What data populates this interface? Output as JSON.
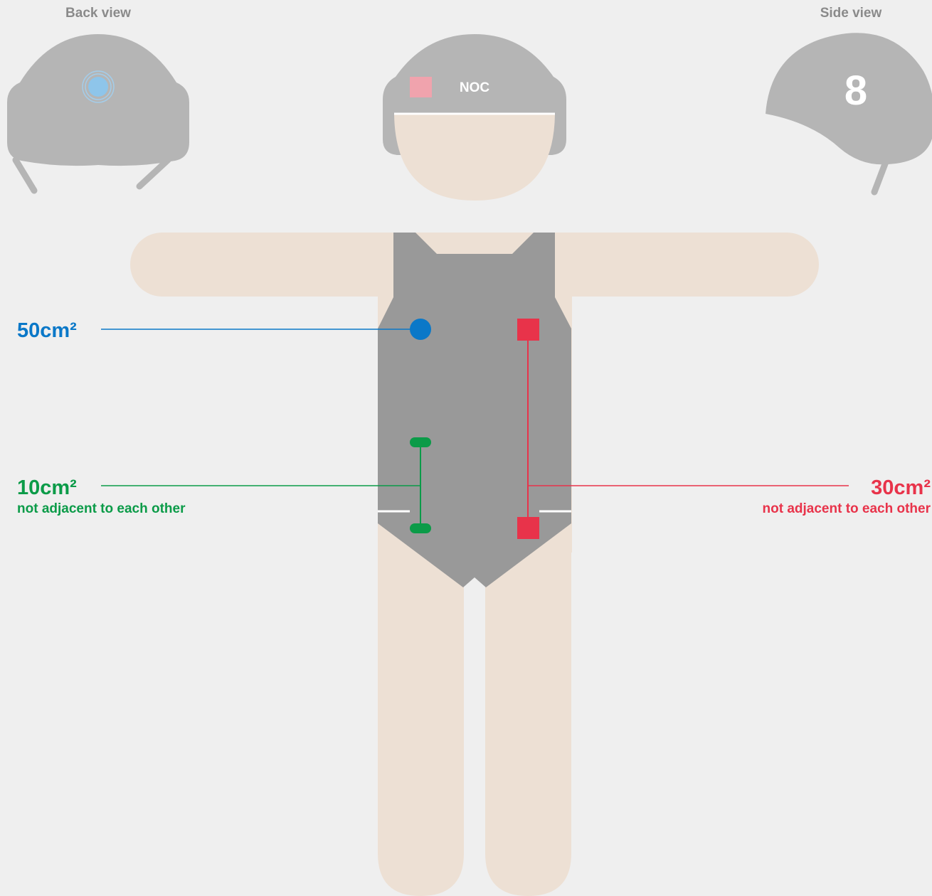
{
  "views": {
    "back": "Back view",
    "side": "Side view"
  },
  "cap": {
    "front_text": "NOC",
    "number": "8"
  },
  "annotations": {
    "blue": {
      "area": "50cm²"
    },
    "green": {
      "area": "10cm²",
      "note": "not adjacent to each other"
    },
    "red": {
      "area": "30cm²",
      "note": "not adjacent to each other"
    }
  },
  "colors": {
    "background": "#efefef",
    "skin": "#ede0d4",
    "cap": "#b5b5b5",
    "suit": "#999999",
    "blue": "#0a78c8",
    "light_blue": "#8ec5ea",
    "green": "#0b9b48",
    "red": "#e8334a",
    "pink": "#f0a3ad",
    "view_label": "#8a8a8a",
    "white": "#ffffff"
  }
}
